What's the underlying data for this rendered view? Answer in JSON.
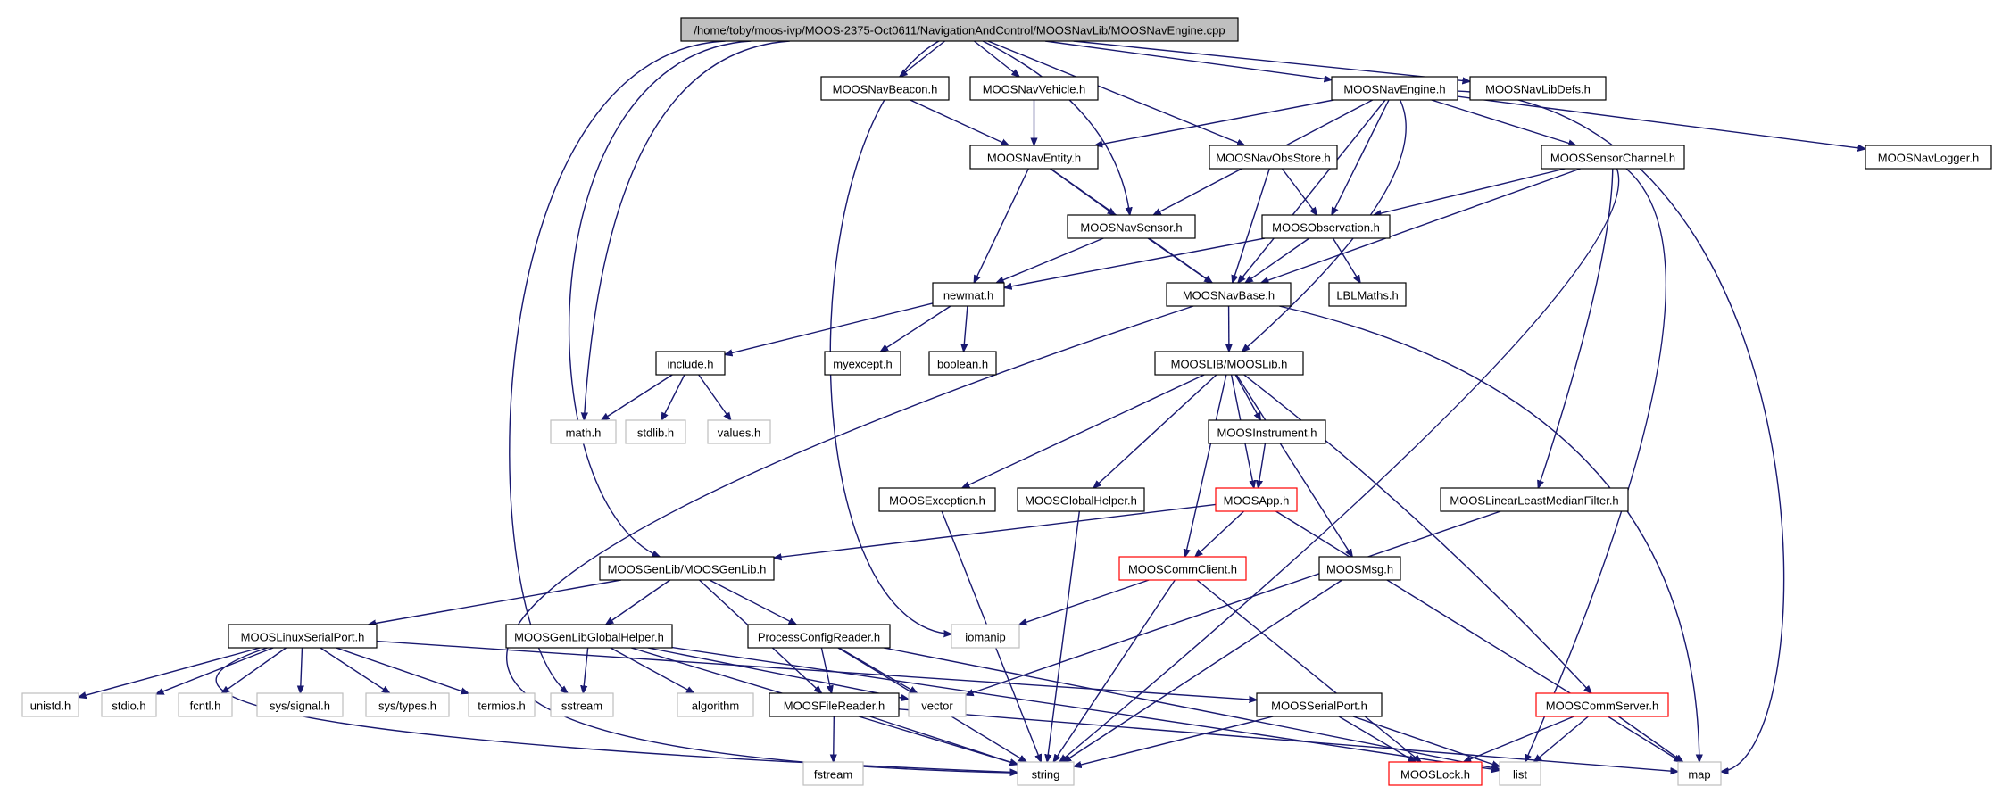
{
  "graph": {
    "nodes": {
      "root": {
        "label": "/home/toby/moos-ivp/MOOS-2375-Oct0611/NavigationAndControl/MOOSNavLib/MOOSNavEngine.cpp",
        "style": "root"
      },
      "navbeacon": {
        "label": "MOOSNavBeacon.h",
        "style": "normal"
      },
      "navvehicle": {
        "label": "MOOSNavVehicle.h",
        "style": "normal"
      },
      "navengine": {
        "label": "MOOSNavEngine.h",
        "style": "normal"
      },
      "navlibdefs": {
        "label": "MOOSNavLibDefs.h",
        "style": "normal"
      },
      "naventity": {
        "label": "MOOSNavEntity.h",
        "style": "normal"
      },
      "navobsstore": {
        "label": "MOOSNavObsStore.h",
        "style": "normal"
      },
      "sensorchannel": {
        "label": "MOOSSensorChannel.h",
        "style": "normal"
      },
      "navlogger": {
        "label": "MOOSNavLogger.h",
        "style": "normal"
      },
      "navsensor": {
        "label": "MOOSNavSensor.h",
        "style": "normal"
      },
      "observation": {
        "label": "MOOSObservation.h",
        "style": "normal"
      },
      "newmat": {
        "label": "newmat.h",
        "style": "normal"
      },
      "navbase": {
        "label": "MOOSNavBase.h",
        "style": "normal"
      },
      "lblmaths": {
        "label": "LBLMaths.h",
        "style": "normal"
      },
      "include": {
        "label": "include.h",
        "style": "normal"
      },
      "myexcept": {
        "label": "myexcept.h",
        "style": "normal"
      },
      "boolean": {
        "label": "boolean.h",
        "style": "normal"
      },
      "mooslib": {
        "label": "MOOSLIB/MOOSLib.h",
        "style": "normal"
      },
      "math": {
        "label": "math.h",
        "style": "external"
      },
      "stdlib": {
        "label": "stdlib.h",
        "style": "external"
      },
      "values": {
        "label": "values.h",
        "style": "external"
      },
      "instrument": {
        "label": "MOOSInstrument.h",
        "style": "normal"
      },
      "exception": {
        "label": "MOOSException.h",
        "style": "normal"
      },
      "globalhelper": {
        "label": "MOOSGlobalHelper.h",
        "style": "normal"
      },
      "app": {
        "label": "MOOSApp.h",
        "style": "incomplete"
      },
      "linearfilter": {
        "label": "MOOSLinearLeastMedianFilter.h",
        "style": "normal"
      },
      "genlib": {
        "label": "MOOSGenLib/MOOSGenLib.h",
        "style": "normal"
      },
      "commclient": {
        "label": "MOOSCommClient.h",
        "style": "incomplete"
      },
      "msg": {
        "label": "MOOSMsg.h",
        "style": "normal"
      },
      "iomanip": {
        "label": "iomanip",
        "style": "external"
      },
      "linuxserial": {
        "label": "MOOSLinuxSerialPort.h",
        "style": "normal"
      },
      "genlibglobal": {
        "label": "MOOSGenLibGlobalHelper.h",
        "style": "normal"
      },
      "processconfig": {
        "label": "ProcessConfigReader.h",
        "style": "normal"
      },
      "vector": {
        "label": "vector",
        "style": "external"
      },
      "unistd": {
        "label": "unistd.h",
        "style": "external"
      },
      "stdio": {
        "label": "stdio.h",
        "style": "external"
      },
      "fcntl": {
        "label": "fcntl.h",
        "style": "external"
      },
      "syssignal": {
        "label": "sys/signal.h",
        "style": "external"
      },
      "systypes": {
        "label": "sys/types.h",
        "style": "external"
      },
      "termios": {
        "label": "termios.h",
        "style": "external"
      },
      "sstream": {
        "label": "sstream",
        "style": "external"
      },
      "algorithm": {
        "label": "algorithm",
        "style": "external"
      },
      "filereader": {
        "label": "MOOSFileReader.h",
        "style": "normal"
      },
      "serialport": {
        "label": "MOOSSerialPort.h",
        "style": "normal"
      },
      "commserver": {
        "label": "MOOSCommServer.h",
        "style": "incomplete"
      },
      "fstream": {
        "label": "fstream",
        "style": "external"
      },
      "string": {
        "label": "string",
        "style": "external"
      },
      "lock": {
        "label": "MOOSLock.h",
        "style": "incomplete"
      },
      "list": {
        "label": "list",
        "style": "external"
      },
      "map": {
        "label": "map",
        "style": "external"
      }
    },
    "edges": [
      [
        "root",
        "navbeacon"
      ],
      [
        "root",
        "navvehicle"
      ],
      [
        "root",
        "navengine"
      ],
      [
        "root",
        "navlibdefs"
      ],
      [
        "root",
        "navobsstore"
      ],
      [
        "root",
        "navsensor"
      ],
      [
        "root",
        "math"
      ],
      [
        "root",
        "sstream"
      ],
      [
        "root",
        "iomanip"
      ],
      [
        "root",
        "genlib"
      ],
      [
        "navbeacon",
        "naventity"
      ],
      [
        "navvehicle",
        "naventity"
      ],
      [
        "navengine",
        "naventity"
      ],
      [
        "navengine",
        "navsensor"
      ],
      [
        "navengine",
        "observation"
      ],
      [
        "navengine",
        "navbase"
      ],
      [
        "navengine",
        "mooslib"
      ],
      [
        "navengine",
        "sensorchannel"
      ],
      [
        "navengine",
        "navlogger"
      ],
      [
        "navengine",
        "map"
      ],
      [
        "naventity",
        "navsensor"
      ],
      [
        "naventity",
        "newmat"
      ],
      [
        "naventity",
        "navbase"
      ],
      [
        "navobsstore",
        "observation"
      ],
      [
        "navobsstore",
        "navbase"
      ],
      [
        "sensorchannel",
        "observation"
      ],
      [
        "sensorchannel",
        "navbase"
      ],
      [
        "sensorchannel",
        "linearfilter"
      ],
      [
        "sensorchannel",
        "string"
      ],
      [
        "sensorchannel",
        "list"
      ],
      [
        "navsensor",
        "newmat"
      ],
      [
        "navsensor",
        "navbase"
      ],
      [
        "observation",
        "newmat"
      ],
      [
        "observation",
        "navbase"
      ],
      [
        "observation",
        "lblmaths"
      ],
      [
        "newmat",
        "include"
      ],
      [
        "newmat",
        "myexcept"
      ],
      [
        "newmat",
        "boolean"
      ],
      [
        "include",
        "math"
      ],
      [
        "include",
        "stdlib"
      ],
      [
        "include",
        "values"
      ],
      [
        "navbase",
        "mooslib"
      ],
      [
        "navbase",
        "string"
      ],
      [
        "navbase",
        "map"
      ],
      [
        "mooslib",
        "instrument"
      ],
      [
        "mooslib",
        "exception"
      ],
      [
        "mooslib",
        "globalhelper"
      ],
      [
        "mooslib",
        "app"
      ],
      [
        "mooslib",
        "commclient"
      ],
      [
        "mooslib",
        "msg"
      ],
      [
        "mooslib",
        "commserver"
      ],
      [
        "instrument",
        "app"
      ],
      [
        "exception",
        "string"
      ],
      [
        "globalhelper",
        "string"
      ],
      [
        "app",
        "genlib"
      ],
      [
        "app",
        "commclient"
      ],
      [
        "app",
        "map"
      ],
      [
        "linearfilter",
        "vector"
      ],
      [
        "genlib",
        "linuxserial"
      ],
      [
        "genlib",
        "genlibglobal"
      ],
      [
        "genlib",
        "processconfig"
      ],
      [
        "genlib",
        "filereader"
      ],
      [
        "commclient",
        "iomanip"
      ],
      [
        "commclient",
        "string"
      ],
      [
        "commclient",
        "lock"
      ],
      [
        "msg",
        "string"
      ],
      [
        "linuxserial",
        "unistd"
      ],
      [
        "linuxserial",
        "stdio"
      ],
      [
        "linuxserial",
        "fcntl"
      ],
      [
        "linuxserial",
        "syssignal"
      ],
      [
        "linuxserial",
        "systypes"
      ],
      [
        "linuxserial",
        "termios"
      ],
      [
        "linuxserial",
        "string"
      ],
      [
        "linuxserial",
        "serialport"
      ],
      [
        "genlibglobal",
        "sstream"
      ],
      [
        "genlibglobal",
        "algorithm"
      ],
      [
        "genlibglobal",
        "vector"
      ],
      [
        "genlibglobal",
        "string"
      ],
      [
        "genlibglobal",
        "list"
      ],
      [
        "processconfig",
        "filereader"
      ],
      [
        "processconfig",
        "vector"
      ],
      [
        "processconfig",
        "string"
      ],
      [
        "processconfig",
        "list"
      ],
      [
        "filereader",
        "fstream"
      ],
      [
        "filereader",
        "string"
      ],
      [
        "filereader",
        "map"
      ],
      [
        "serialport",
        "string"
      ],
      [
        "serialport",
        "lock"
      ],
      [
        "serialport",
        "list"
      ],
      [
        "commserver",
        "lock"
      ],
      [
        "commserver",
        "list"
      ],
      [
        "commserver",
        "map"
      ]
    ]
  }
}
